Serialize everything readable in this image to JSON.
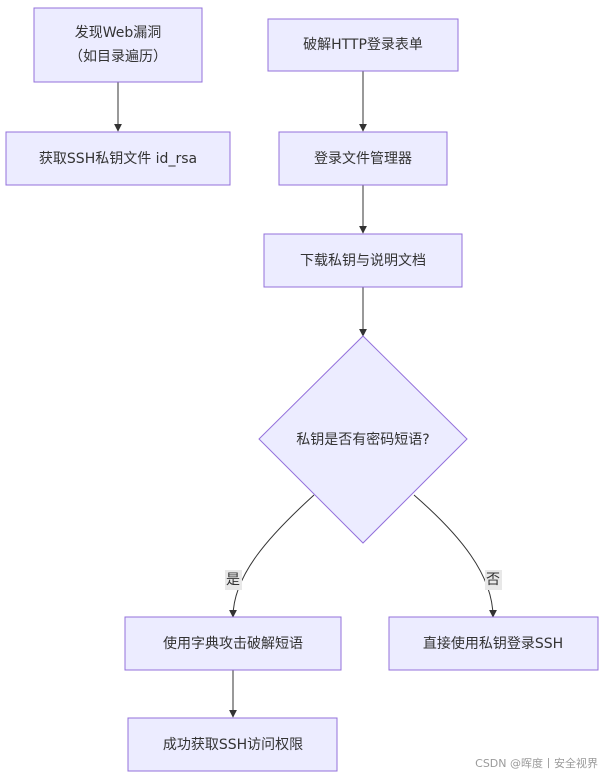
{
  "nodes": {
    "n1": {
      "line1": "发现Web漏洞",
      "line2": "（如目录遍历）"
    },
    "n2": {
      "text": "获取SSH私钥文件 id_rsa"
    },
    "n3": {
      "text": "破解HTTP登录表单"
    },
    "n4": {
      "text": "登录文件管理器"
    },
    "n5": {
      "text": "下载私钥与说明文档"
    },
    "n6": {
      "text": "私钥是否有密码短语?"
    },
    "n7": {
      "text": "使用字典攻击破解短语"
    },
    "n8": {
      "text": "直接使用私钥登录SSH"
    },
    "n9": {
      "text": "成功获取SSH访问权限"
    }
  },
  "edge_labels": {
    "yes": "是",
    "no": "否"
  },
  "watermark": "CSDN @晖度丨安全视界",
  "colors": {
    "node_fill": "#ececff",
    "node_stroke": "#9370db",
    "edge": "#333333",
    "text": "#333333",
    "label_bg": "#e8e8e8"
  }
}
